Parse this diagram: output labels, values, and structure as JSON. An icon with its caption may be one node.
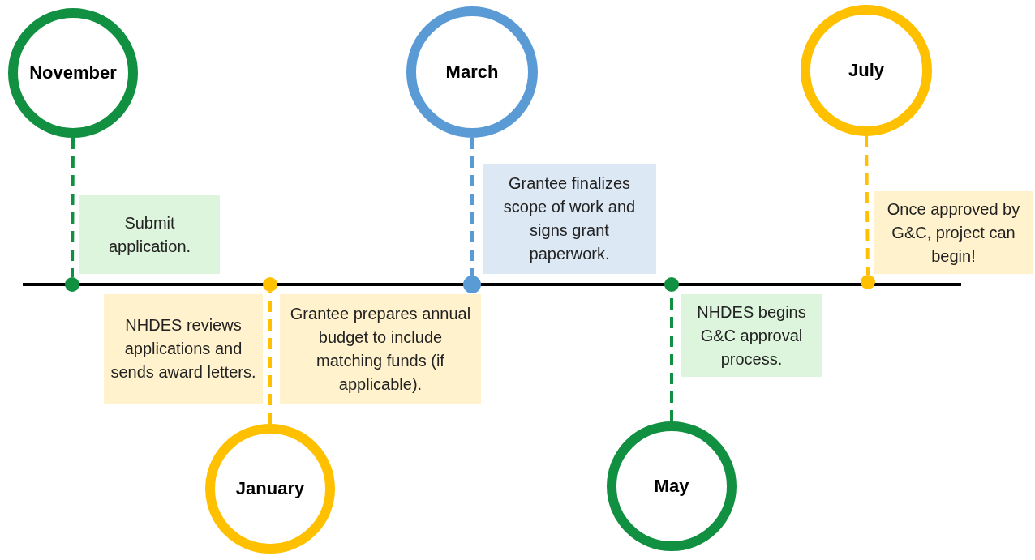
{
  "diagram": {
    "nodes": [
      {
        "text": [
          "November"
        ]
      },
      {
        "text": [
          "March"
        ]
      },
      {
        "text": [
          "July"
        ]
      },
      {
        "text": [
          "Submit application."
        ]
      },
      {
        "text": [
          "Grantee finalizes scope of work and signs grant paperwork."
        ]
      },
      {
        "text": [
          "Once approved by G&C, project can begin!"
        ]
      },
      {
        "text": [],
        "shape": "circle"
      },
      {
        "text": [],
        "shape": "circle"
      },
      {
        "text": [],
        "shape": "circle"
      },
      {
        "text": [],
        "shape": "circle"
      },
      {
        "text": [],
        "shape": "circle"
      },
      {
        "text": [
          "NHDES reviews applications and sends award letters."
        ]
      },
      {
        "text": [
          "Grantee prepares annual budget to include matching funds (if applicable)."
        ]
      },
      {
        "text": [
          "NHDES begins G&C approval process."
        ]
      },
      {
        "text": [
          "January"
        ]
      },
      {
        "text": [
          "May"
        ]
      }
    ],
    "edges": [
      {
        "from": 0,
        "to": 6,
        "arrow": "none",
        "style": "dashed",
        "color": "#109040"
      },
      {
        "from": 14,
        "to": 7,
        "arrow": "none",
        "style": "dashed",
        "color": "#ffc000"
      },
      {
        "from": 1,
        "to": 8,
        "arrow": "none",
        "style": "dashed",
        "color": "#5b9bd5"
      },
      {
        "from": 15,
        "to": 9,
        "arrow": "none",
        "style": "dashed",
        "color": "#109040"
      },
      {
        "from": 2,
        "to": 10,
        "arrow": "none",
        "style": "dashed",
        "color": "#ffc000"
      }
    ]
  }
}
